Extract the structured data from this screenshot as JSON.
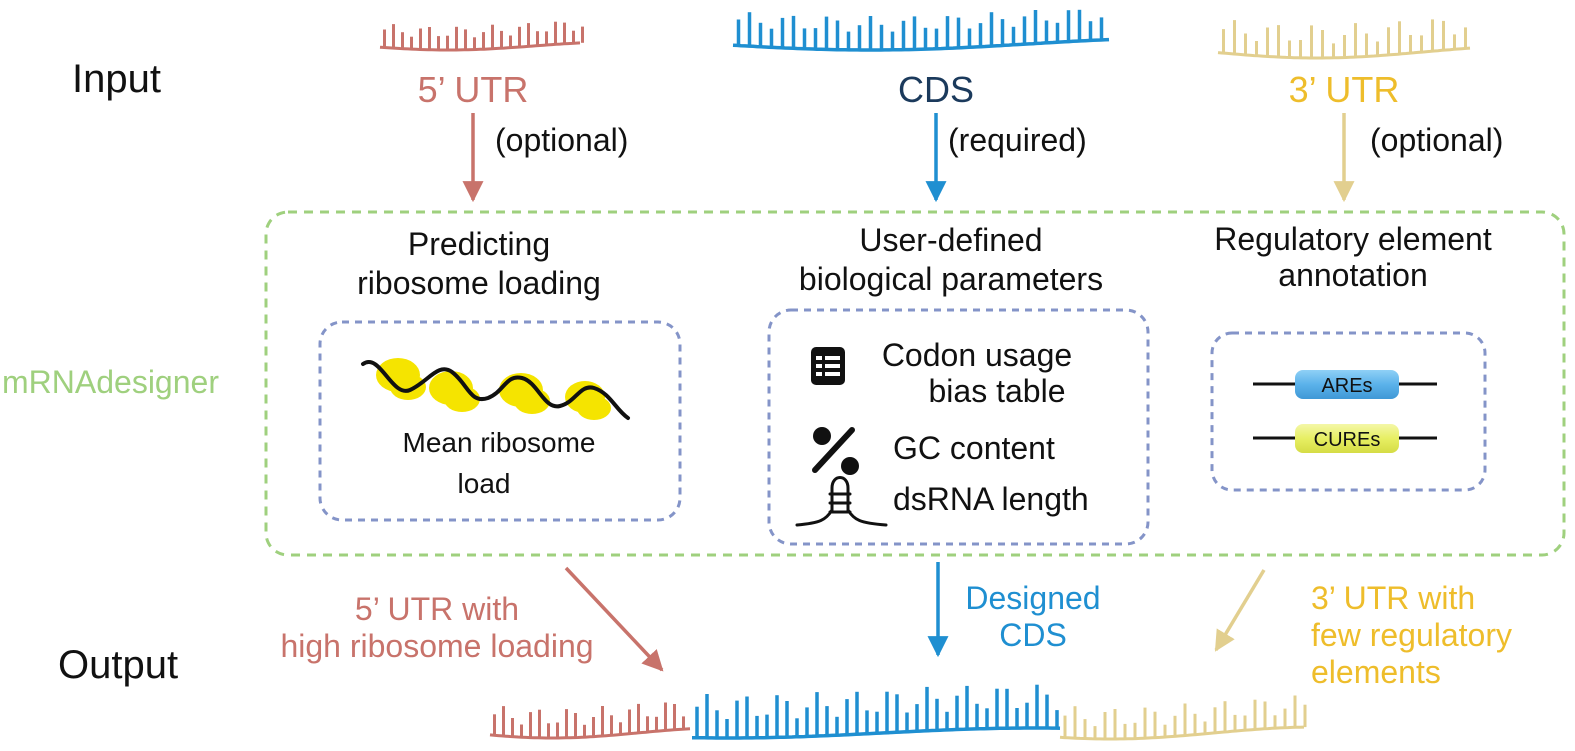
{
  "colors": {
    "utr5": "#c8736b",
    "cds": "#1f8fd1",
    "cds_label": "#1b3a5c",
    "utr3": "#e2cf8f",
    "utr3_label": "#eebd2b",
    "frame": "#9fd07e",
    "inner": "#8494c8",
    "ares": "#5bb2ea",
    "cures": "#e7ef63",
    "ribosome": "#f5e400",
    "text": "#111111"
  },
  "labels": {
    "input": "Input",
    "output": "Output",
    "tool": "mRNAdesigner"
  },
  "inputs": {
    "utr5": {
      "name": "5’ UTR",
      "note": "(optional)"
    },
    "cds": {
      "name": "CDS",
      "note": "(required)"
    },
    "utr3": {
      "name": "3’ UTR",
      "note": "(optional)"
    }
  },
  "modules": {
    "ribosome": {
      "title_line1": "Predicting",
      "title_line2": "ribosome loading",
      "caption_line1": "Mean ribosome",
      "caption_line2": "load"
    },
    "parameters": {
      "title_line1": "User-defined",
      "title_line2": "biological parameters",
      "items": [
        {
          "icon": "table-icon",
          "line1": "Codon usage",
          "line2": "bias table"
        },
        {
          "icon": "percent-icon",
          "line1": "GC content"
        },
        {
          "icon": "hairpin-icon",
          "line1": "dsRNA length"
        }
      ]
    },
    "regulatory": {
      "title_line1": "Regulatory element",
      "title_line2": "annotation",
      "elements": [
        "AREs",
        "CUREs"
      ]
    }
  },
  "outputs": {
    "utr5": {
      "line1": "5’ UTR with",
      "line2": "high ribosome loading"
    },
    "cds": {
      "line1": "Designed",
      "line2": "CDS"
    },
    "utr3": {
      "line1": "3’ UTR with",
      "line2": "few regulatory",
      "line3": "elements"
    }
  }
}
